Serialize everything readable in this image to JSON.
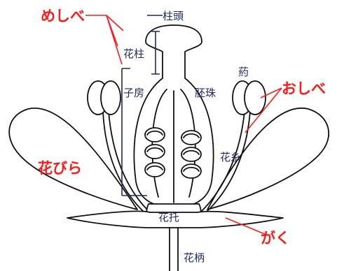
{
  "labels": {
    "stigma": "柱頭",
    "style": "花柱",
    "ovary": "子房",
    "ovule": "胚珠",
    "anther": "葯",
    "filament": "花糸",
    "receptacle": "花托",
    "pedicel": "花柄"
  },
  "red_labels": {
    "pistil": "めしべ",
    "stamen": "おしべ",
    "petal": "花びら",
    "sepal": "がく"
  },
  "colors": {
    "red": "#ff1a1a",
    "navy": "#1f2a5a",
    "ink": "#111111"
  }
}
